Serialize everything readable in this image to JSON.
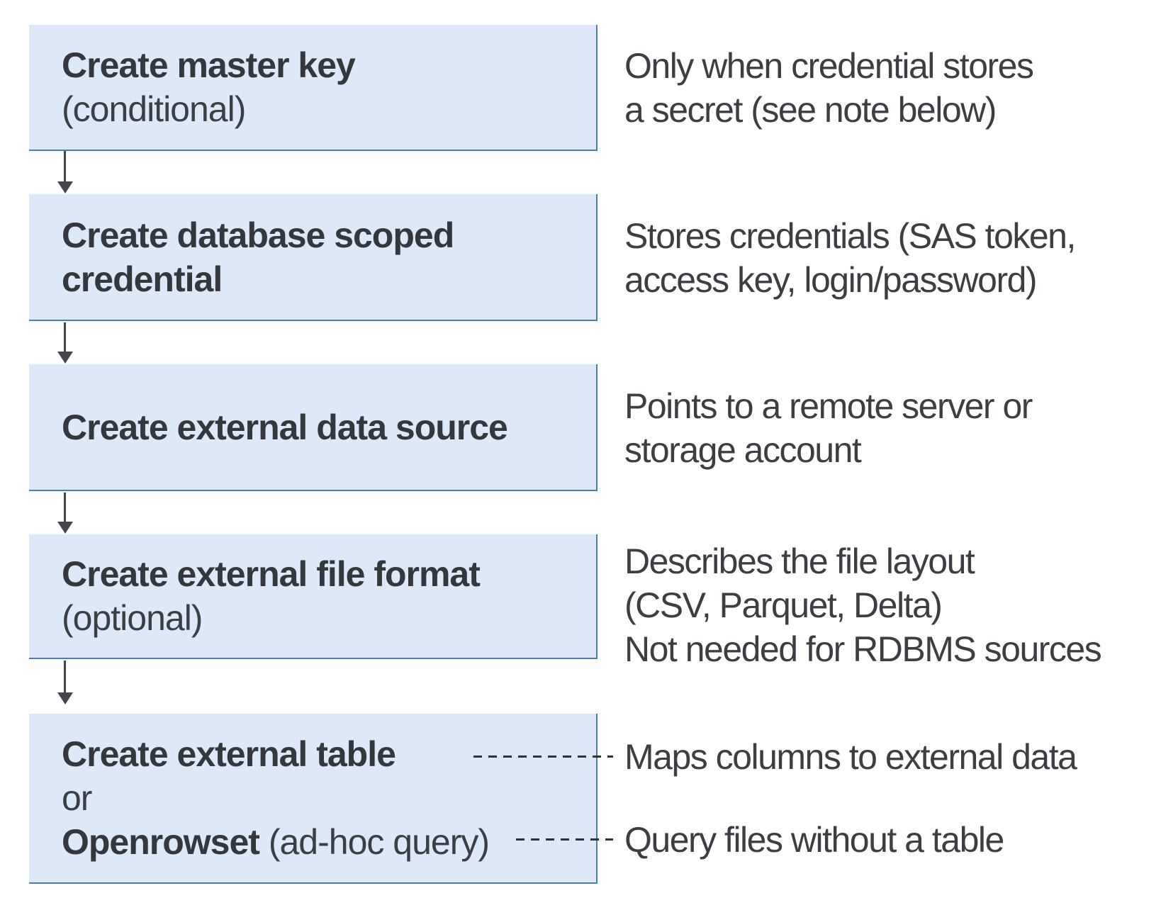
{
  "colors": {
    "box-fill": "#dde9f8",
    "box-border": "#4c7dad",
    "title-text": "#34383c",
    "body-text": "#3b3f44",
    "arrow": "#43474c",
    "dash": "#2f3235",
    "canvas-bg": "#ffffff"
  },
  "diagram": {
    "steps": [
      {
        "title": "Create master key",
        "qualifier": "(conditional)",
        "note_lines": [
          "Only when credential stores",
          "a secret (see note below)"
        ]
      },
      {
        "title": "Create database scoped credential",
        "note_lines": [
          "Stores credentials (SAS token,",
          "access key, login/password)"
        ]
      },
      {
        "title": "Create external data source",
        "note_lines": [
          "Points to a remote server or",
          "storage account"
        ]
      },
      {
        "title": "Create external file format",
        "qualifier": "(optional)",
        "note_lines": [
          "Describes the file layout",
          "(CSV, Parquet, Delta)",
          "Not needed for RDBMS sources"
        ]
      },
      {
        "title": "Create external table",
        "conjunction": "or",
        "alt_title": "Openrowset",
        "alt_qualifier": " (ad-hoc query)",
        "table_note": "Maps columns to external data",
        "openrowset_note": "Query files without a table"
      }
    ]
  }
}
